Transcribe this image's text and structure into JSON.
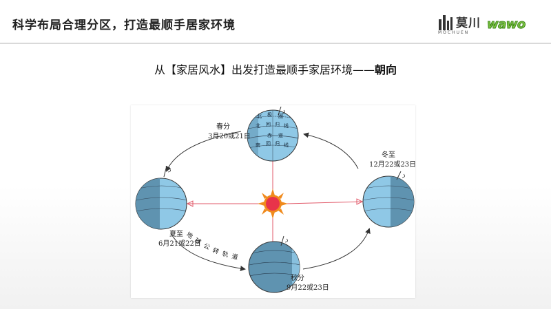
{
  "header": {
    "title": "科学布局合理分区，打造最顺手居家环境",
    "logo_cn": "莫川",
    "logo_en": "MOCHUEN",
    "logo_wawo": "wawo"
  },
  "subtitle": {
    "prefix": "从【家居风水】出发打造最顺手家居环境——",
    "emphasis": "朝向"
  },
  "diagram": {
    "spring_name": "春分",
    "spring_date": "3月20或21日",
    "summer_name": "夏至",
    "summer_date": "6月21或22日",
    "autumn_name": "秋分",
    "autumn_date": "9月22或23日",
    "winter_name": "冬至",
    "winter_date": "12月22或23日",
    "orbit_label": [
      "地",
      "球",
      "公",
      "转",
      "轨",
      "道"
    ],
    "globe_labels": [
      "北",
      "极",
      "圈",
      "北",
      "回",
      "归",
      "线",
      "赤",
      "道",
      "南",
      "回",
      "归",
      "线"
    ]
  },
  "colors": {
    "globe_light": "#8fc8e6",
    "globe_dark": "#5f93b0",
    "sun_core": "#e8334a",
    "sun_ray": "#f08a1c",
    "ray_line": "#e15a6a",
    "logo_green": "#7bc142"
  }
}
